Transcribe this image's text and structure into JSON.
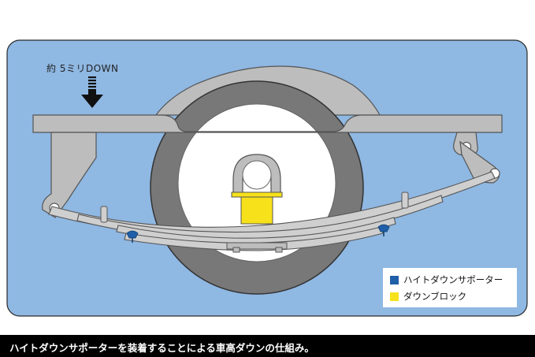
{
  "annotation": {
    "text": "約 5ミリDOWN"
  },
  "legend": {
    "items": [
      {
        "label": "ハイトダウンサポーター",
        "color": "#1f5fa8"
      },
      {
        "label": "ダウンブロック",
        "color": "#f7e11a"
      }
    ]
  },
  "caption": {
    "text": "ハイトダウンサポーターを装着することによる車高ダウンの仕組み。"
  },
  "colors": {
    "background": "#8fb8e3",
    "frame": "#bdbdbd",
    "tire": "#787878",
    "spring": "#cfcfcf",
    "block": "#f7e11a",
    "supporter": "#1f5fa8"
  }
}
